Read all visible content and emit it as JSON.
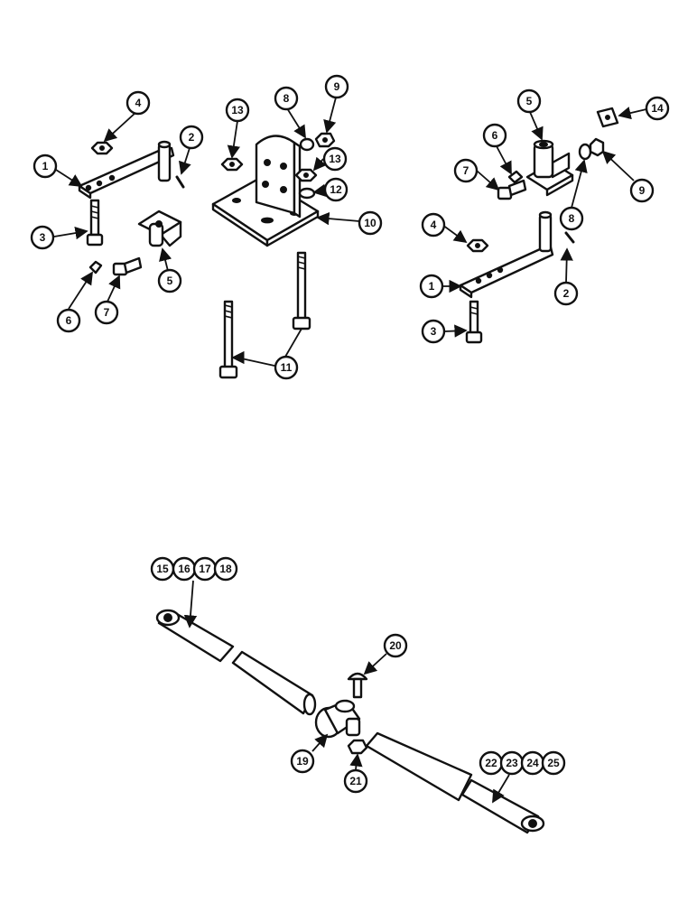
{
  "diagram": {
    "callouts_top_left": [
      "1",
      "2",
      "3",
      "4",
      "5",
      "6",
      "7"
    ],
    "callouts_top_center": [
      "8",
      "9",
      "10",
      "11",
      "12",
      "13",
      "13"
    ],
    "callouts_top_right": [
      "1",
      "2",
      "3",
      "4",
      "5",
      "6",
      "7",
      "8",
      "9",
      "14"
    ],
    "callouts_bottom": [
      "15",
      "16",
      "17",
      "18",
      "19",
      "20",
      "21",
      "22",
      "23",
      "24",
      "25"
    ]
  }
}
